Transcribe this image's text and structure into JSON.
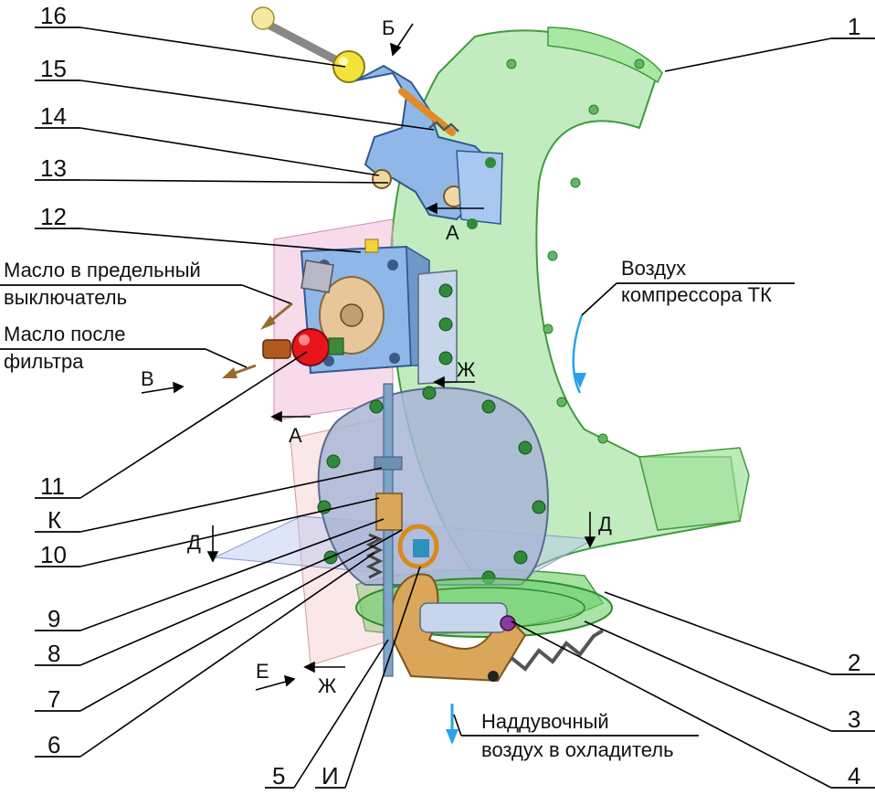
{
  "callouts": {
    "c1": "1",
    "c2": "2",
    "c3": "3",
    "c4": "4",
    "c5": "5",
    "c6": "6",
    "c7": "7",
    "c8": "8",
    "c9": "9",
    "c10": "10",
    "c11": "11",
    "c12": "12",
    "c13": "13",
    "c14": "14",
    "c15": "15",
    "c16": "16",
    "cK": "К",
    "cI": "И"
  },
  "annotations": {
    "oil_limit_switch_line1": "Масло в предельный",
    "oil_limit_switch_line2": "выключатель",
    "oil_after_filter_line1": "Масло после",
    "oil_after_filter_line2": "фильтра",
    "compressor_air_line1": "Воздух",
    "compressor_air_line2": "компрессора ТК",
    "charge_air_line1": "Наддувочный",
    "charge_air_line2": "воздух в охладитель"
  },
  "view_markers": {
    "B_top": "Б",
    "A_upper": "А",
    "A_lower": "А",
    "V": "В",
    "Zh_upper": "Ж",
    "Zh_lower": "Ж",
    "D_left": "Д",
    "D_right": "Д",
    "E": "Е"
  },
  "colors": {
    "housing_green": "#8fdc8a",
    "housing_edge": "#3f9a3d",
    "bracket_blue": "#8fb8e8",
    "lever_tan": "#d9a65a",
    "knob_yellow": "#f3e23a",
    "knob_red": "#e8141c",
    "air_arrow": "#29a3e8",
    "oil_arrow": "#9a6a2a",
    "plane_pink": "#f2b8d8",
    "plane_blue": "#b9c6f2",
    "cover_gray": "#a9b6d6"
  }
}
